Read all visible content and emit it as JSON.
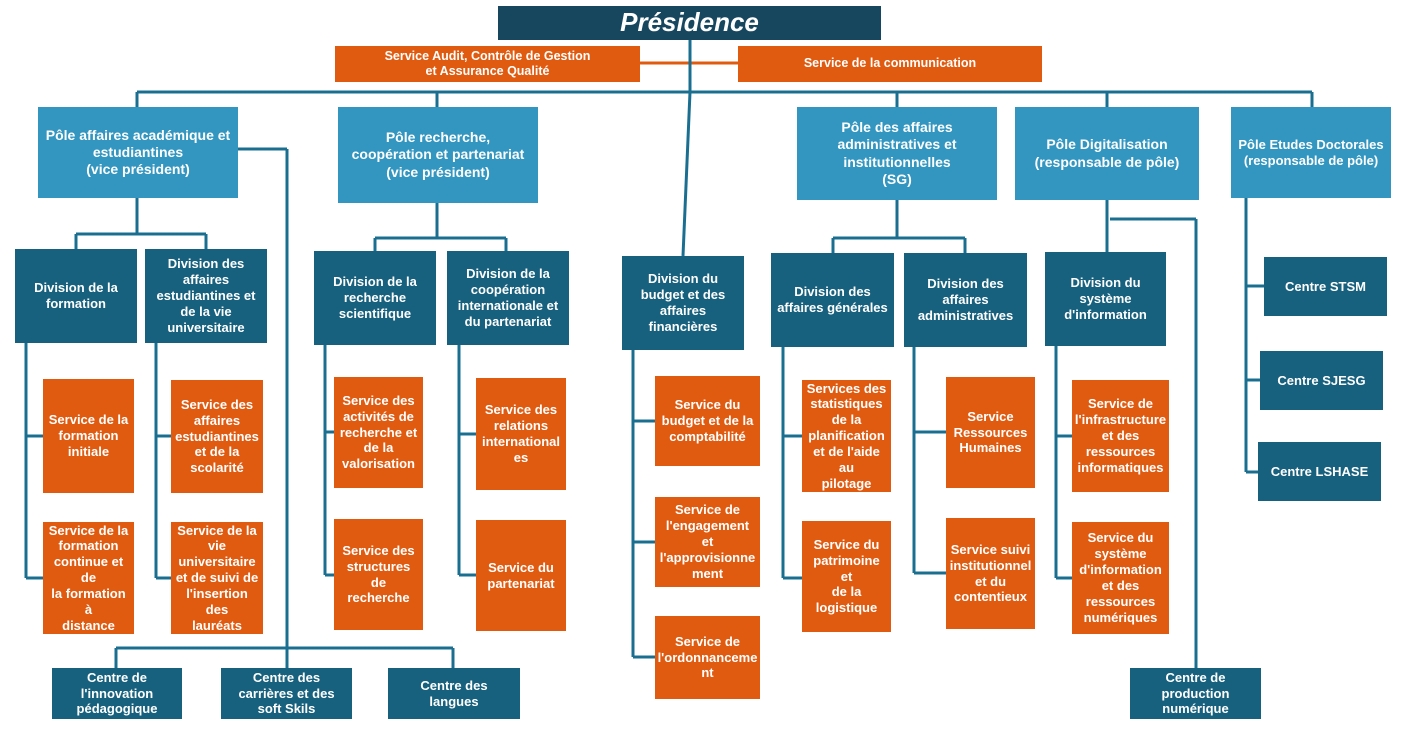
{
  "presidence": "Présidence",
  "services_top": {
    "audit": "Service Audit, Contrôle de Gestion\net Assurance Qualité",
    "communication": "Service de la communication"
  },
  "poles": {
    "academique": "Pôle affaires académique et\nestudiantines\n(vice président)",
    "recherche": "Pôle recherche,\ncoopération et partenariat\n(vice président)",
    "administratif": "Pôle des affaires\nadministratives et\ninstitutionnelles\n(SG)",
    "digital": "Pôle Digitalisation\n(responsable de pôle)",
    "doctoral": "Pôle Etudes Doctorales\n(responsable de pôle)"
  },
  "divisions": {
    "formation": "Division de la\nformation",
    "affaires_estudiantines": "Division des\naffaires\nestudiantines et\nde la vie\nuniversitaire",
    "recherche_scientifique": "Division de la\nrecherche\nscientifique",
    "cooperation": "Division de la\ncoopération\ninternationale et\ndu partenariat",
    "budget": "Division du\nbudget et des\naffaires\nfinancières",
    "affaires_generales": "Division des\naffaires générales",
    "affaires_administratives": "Division des\naffaires\nadministratives",
    "systeme_information": "Division du\nsystème\nd'information"
  },
  "services": {
    "formation_initiale": "Service de la\nformation\ninitiale",
    "formation_continue": "Service de la\nformation\ncontinue et de\nla formation à\ndistance",
    "scolarite": "Service des\naffaires\nestudiantines\net de la\nscolarité",
    "vie_universitaire": "Service de la\nvie\nuniversitaire\net de suivi de\nl'insertion des\nlauréats",
    "activites_recherche": "Service des\nactivités de\nrecherche et\nde la\nvalorisation",
    "structures_recherche": "Service des\nstructures de\nrecherche",
    "relations_internationales": "Service des\nrelations\ninternational\nes",
    "partenariat": "Service du\npartenariat",
    "budget_comptabilite": "Service du\nbudget et de la\ncomptabilité",
    "engagement": "Service de\nl'engagement et\nl'approvisionne\nment",
    "ordonnancement": "Service de\nl'ordonnanceme\nnt",
    "statistiques": "Services des\nstatistiques\nde la\nplanification\net de l'aide au\npilotage",
    "patrimoine": "Service du\npatrimoine et\nde la\nlogistique",
    "ressources_humaines": "Service\nRessources\nHumaines",
    "suivi_institutionnel": "Service suivi\ninstitutionnel\net du\ncontentieux",
    "infrastructure": "Service de\nl'infrastructure\net des\nressources\ninformatiques",
    "systeme_information": "Service du\nsystème\nd'information\net des\nressources\nnumériques"
  },
  "centres": {
    "innovation": "Centre de\nl'innovation\npédagogique",
    "carrieres": "Centre des\ncarrières et  des\nsoft Skils",
    "langues": "Centre des\nlangues",
    "production": "Centre de\nproduction\nnumérique",
    "stsm": "Centre  STSM",
    "sjesg": "Centre  SJESG",
    "lshase": "Centre  LSHASE"
  },
  "colors": {
    "dark_teal": "#17617e",
    "light_blue": "#3296c0",
    "orange": "#e05b10",
    "title": "#17475f"
  }
}
